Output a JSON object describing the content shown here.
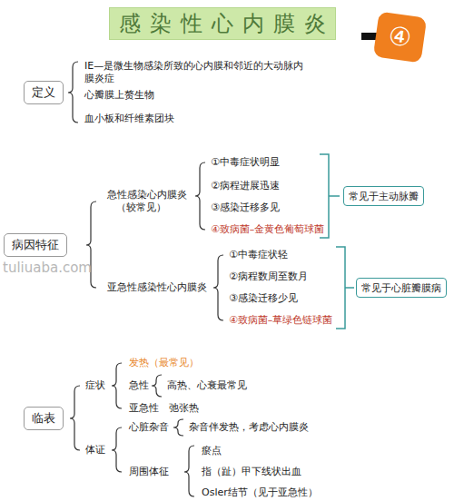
{
  "diagram": {
    "title": "感染性心内膜炎",
    "nodes": [
      {
        "text": [
          "④"
        ]
      },
      {
        "text": [
          "定义"
        ]
      },
      {
        "text": [
          "病因特征"
        ]
      },
      {
        "text": [
          "常见于主动脉瓣"
        ]
      },
      {
        "text": [
          "常见于心脏瓣膜病"
        ]
      },
      {
        "text": [
          "临表"
        ]
      }
    ],
    "labels": [
      "IE—是微生物感染所致的心内膜和邻近的大动脉内膜炎症",
      "心瓣膜上赘生物",
      "血小板和纤维素团块",
      "急性感染心内膜炎",
      "（较常见）",
      "①中毒症状明显",
      "②病程进展迅速",
      "③感染迁移多见",
      "④致病菌–金黄色葡萄球菌",
      "亚急性感染性心内膜炎",
      "①中毒症状轻",
      "②病程数周至数月",
      "③感染迁移少见",
      "④致病菌–草绿色链球菌",
      "症状",
      "发热（最常见）",
      "急性",
      "高热、心衰最常见",
      "亚急性",
      "弛张热",
      "心脏杂音",
      "杂音伴发热，考虑心内膜炎",
      "体证",
      "周围体征",
      "瘀点",
      "指（趾）甲下线状出血",
      "Osler结节（见于亚急性）",
      "tuliuaba.com"
    ]
  }
}
